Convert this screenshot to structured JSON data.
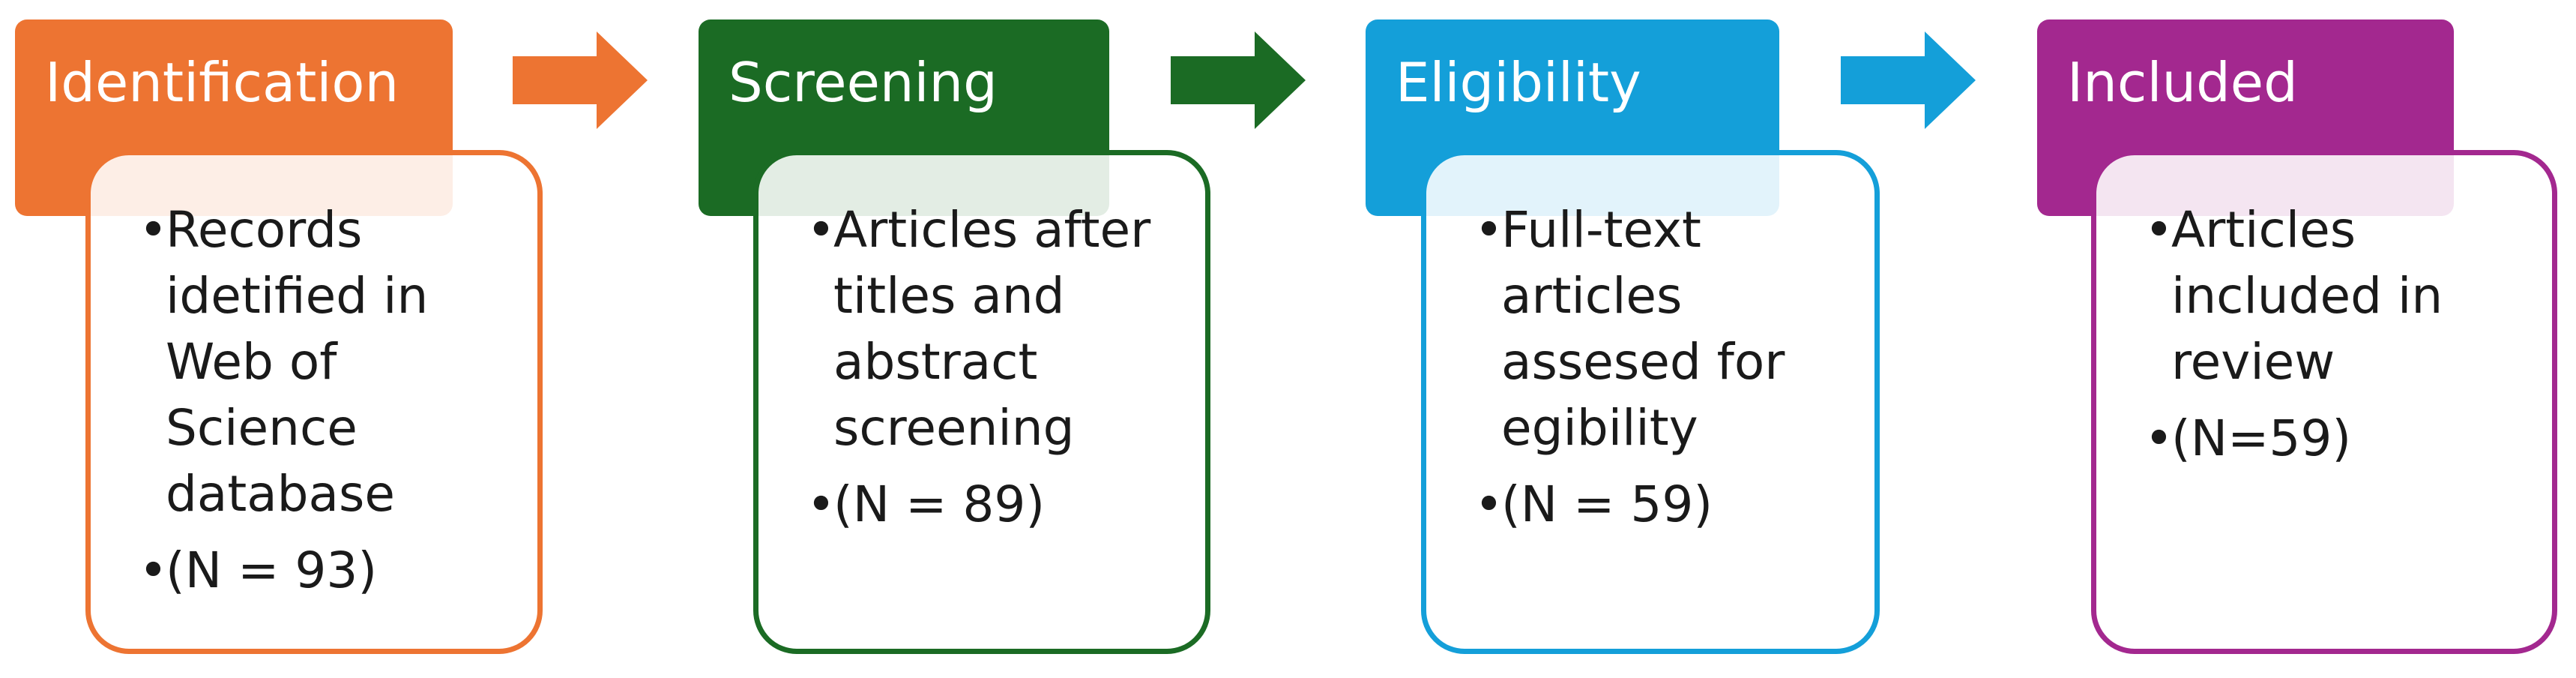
{
  "colors": {
    "identification": "#ED7432",
    "screening": "#1B6B24",
    "eligibility": "#149FD9",
    "included": "#A3288F"
  },
  "stages": [
    {
      "title": "Identification",
      "items": [
        "Records idetified in Web of Science database",
        "(N =  93)"
      ]
    },
    {
      "title": "Screening",
      "items": [
        "Articles after titles and abstract screening",
        "(N = 89)"
      ]
    },
    {
      "title": "Eligibility",
      "items": [
        "Full-text articles assesed for egibility",
        "(N = 59)"
      ]
    },
    {
      "title": "Included",
      "items": [
        "Articles included in review",
        "(N=59)"
      ]
    }
  ]
}
